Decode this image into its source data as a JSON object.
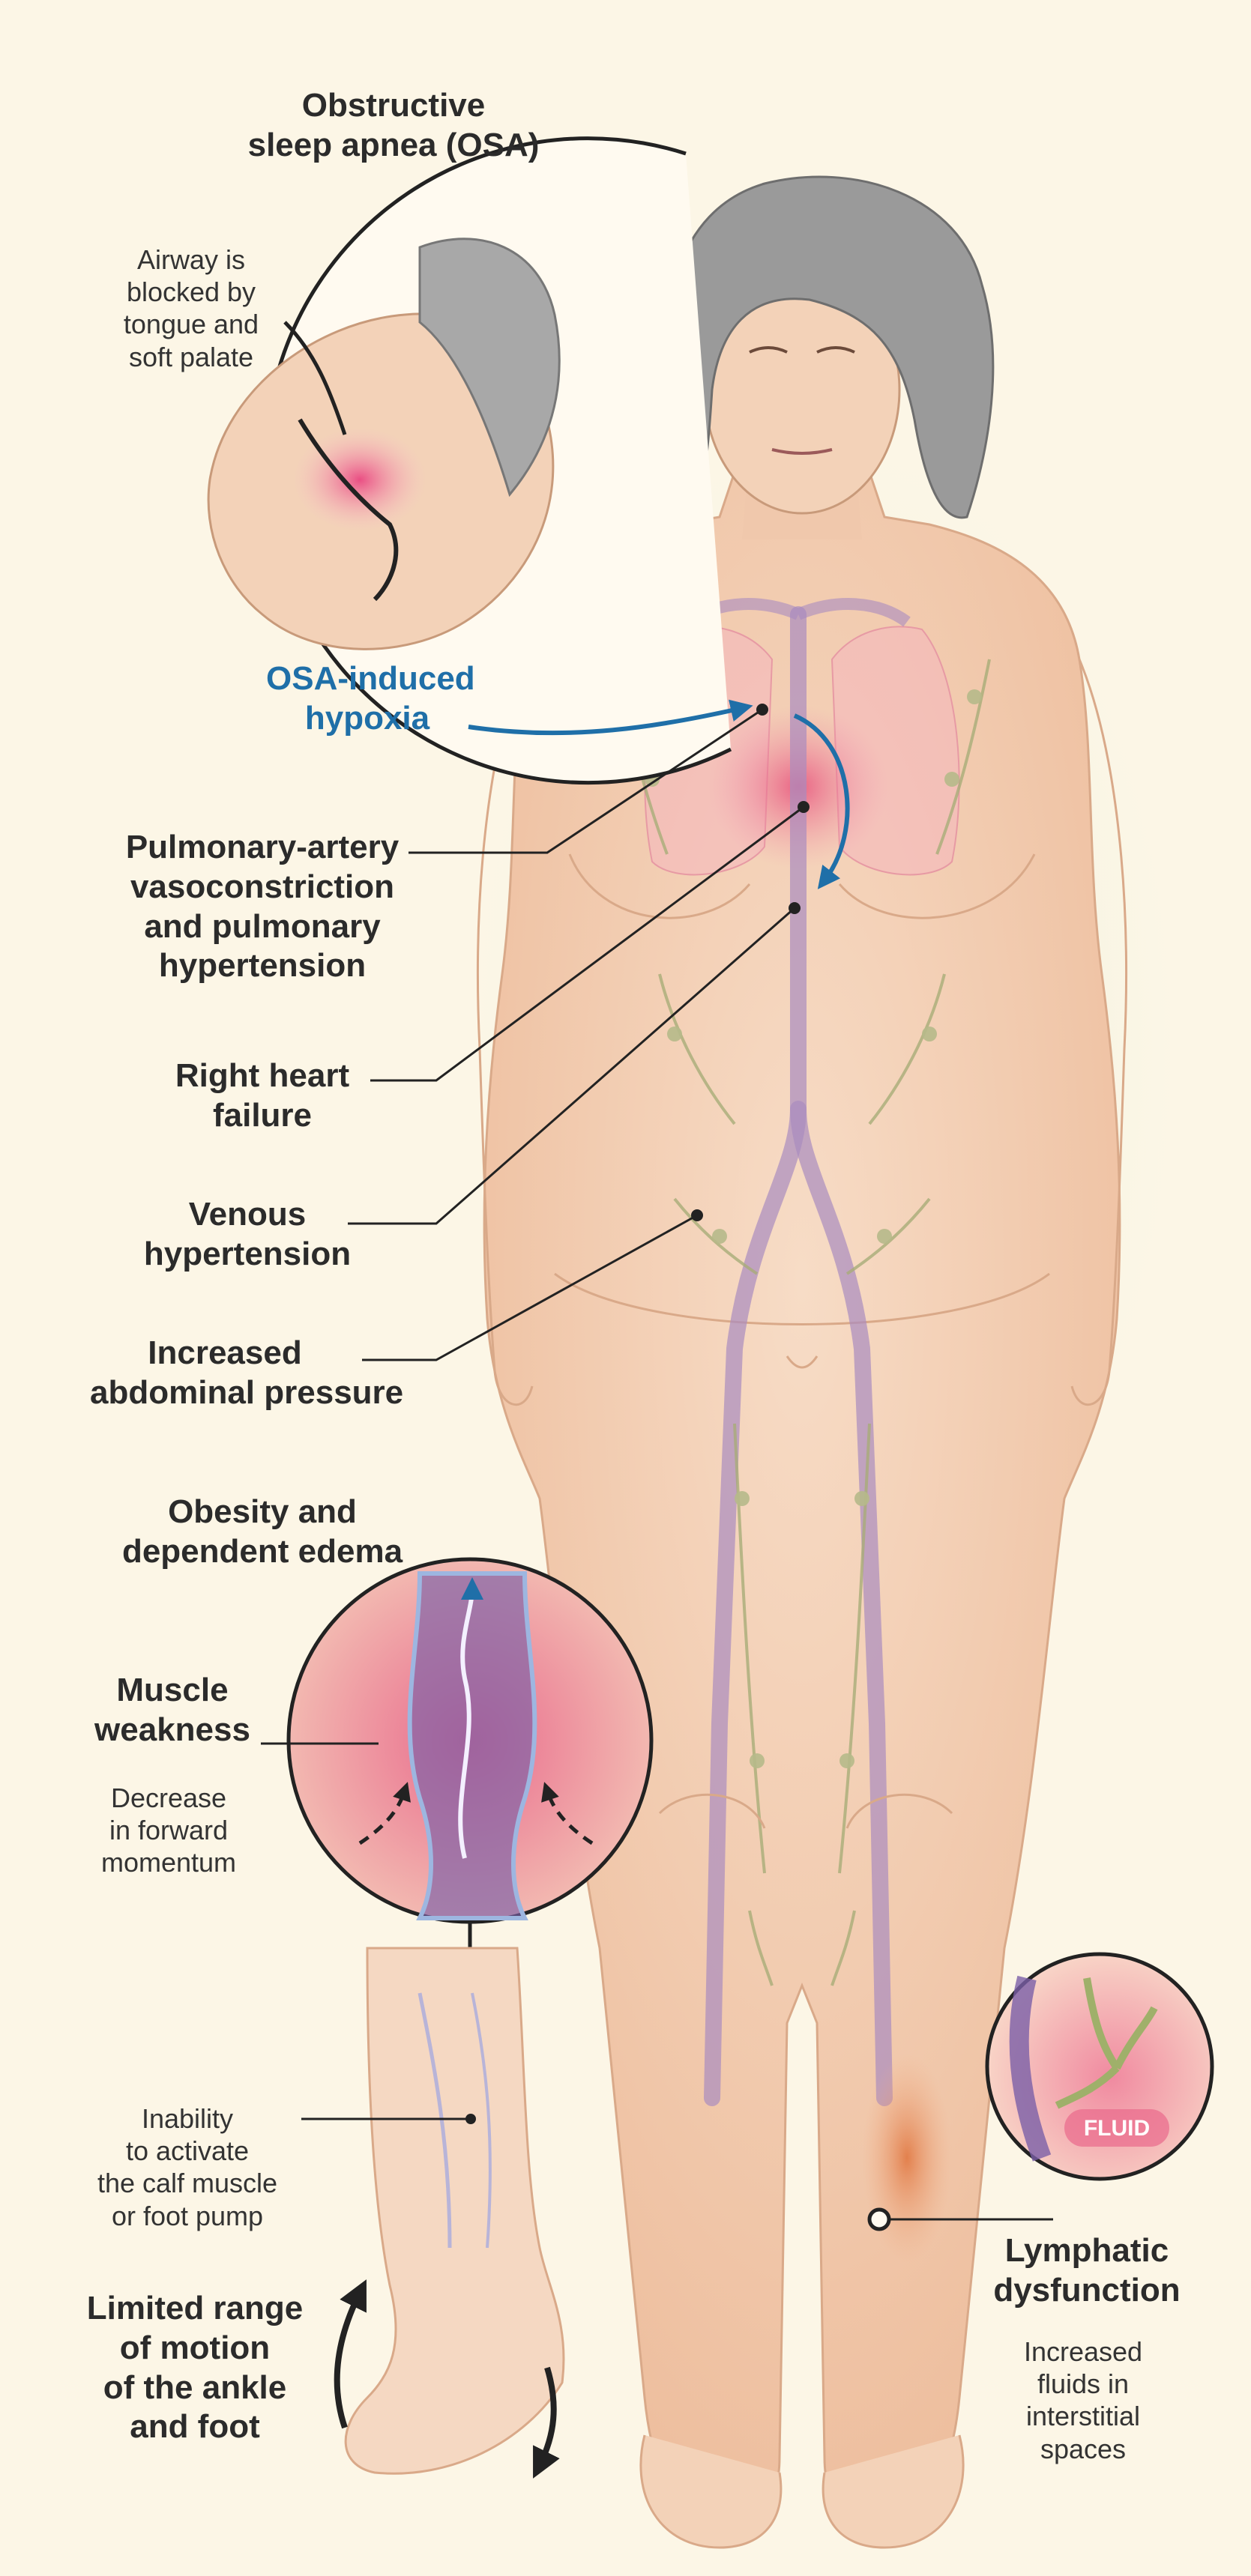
{
  "osa": {
    "title_line1": "Obstructive",
    "title_line2": "sleep apnea (OSA)",
    "airway_line1": "Airway is",
    "airway_line2": "blocked by",
    "airway_line3": "tongue and",
    "airway_line4": "soft palate",
    "hypoxia_line1": "OSA-induced",
    "hypoxia_line2": "hypoxia"
  },
  "labels": {
    "pulmonary_line1": "Pulmonary-artery",
    "pulmonary_line2": "vasoconstriction",
    "pulmonary_line3": "and pulmonary",
    "pulmonary_line4": "hypertension",
    "right_heart_line1": "Right heart",
    "right_heart_line2": "failure",
    "venous_line1": "Venous",
    "venous_line2": "hypertension",
    "abdominal_line1": "Increased",
    "abdominal_line2": "abdominal pressure",
    "obesity_line1": "Obesity and",
    "obesity_line2": "dependent edema",
    "muscle_line1": "Muscle",
    "muscle_line2": "weakness",
    "momentum_line1": "Decrease",
    "momentum_line2": "in forward",
    "momentum_line3": "momentum",
    "inability_line1": "Inability",
    "inability_line2": "to activate",
    "inability_line3": "the calf muscle",
    "inability_line4": "or foot pump",
    "rom_line1": "Limited range",
    "rom_line2": "of motion",
    "rom_line3": "of the ankle",
    "rom_line4": "and foot",
    "lymph_line1": "Lymphatic",
    "lymph_line2": "dysfunction",
    "fluids_line1": "Increased",
    "fluids_line2": "fluids in",
    "fluids_line3": "interstitial",
    "fluids_line4": "spaces",
    "fluid_tag": "FLUID"
  },
  "colors": {
    "background": "#fcf6e6",
    "skin": "#f3d2b8",
    "vessel": "#a98bbf",
    "accent_blue": "#1f6fa8",
    "inflamed": "#e8577e"
  }
}
